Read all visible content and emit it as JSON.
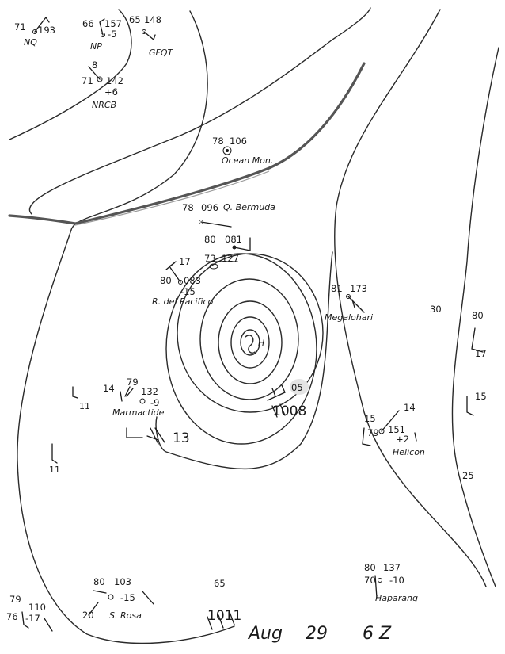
{
  "map": {
    "title": {
      "date": "Aug 29",
      "day": "29",
      "time": "6 Z",
      "month": "Aug"
    },
    "isobars": [
      {
        "label": "1011"
      },
      {
        "label": "1008"
      },
      {
        "label": "05"
      },
      {
        "label": "13"
      }
    ],
    "edge_labels": [
      "30",
      "25",
      "15",
      "65"
    ],
    "center_marker": "H",
    "stations": [
      {
        "id": "nq",
        "name": "NQ",
        "temp": "71",
        "pressure": "193"
      },
      {
        "id": "np",
        "name": "NP",
        "temp": "66",
        "pressure": "157",
        "tendency": "-5"
      },
      {
        "id": "gfqt",
        "name": "GFQT",
        "temp": "65",
        "pressure": "148"
      },
      {
        "id": "nrcb",
        "name": "NRCB",
        "temp": "71",
        "pressure": "142",
        "tendency": "+6",
        "wind": "8"
      },
      {
        "id": "ocean-mon",
        "name": "Ocean Mon.",
        "temp": "78",
        "pressure": "106"
      },
      {
        "id": "bermuda",
        "name": "Q. Bermuda",
        "temp": "78",
        "pressure": "096"
      },
      {
        "id": "ship-081",
        "name": "",
        "temp": "80",
        "pressure": "081"
      },
      {
        "id": "ship-127",
        "name": "",
        "temp": "73",
        "pressure": "127"
      },
      {
        "id": "pacifico",
        "name": "R. del Pacifico",
        "temp": "80",
        "pressure": "083",
        "tendency": "-15",
        "wind": "17"
      },
      {
        "id": "megalohari",
        "name": "Megalohari",
        "temp": "81",
        "pressure": "173"
      },
      {
        "id": "marmactide",
        "name": "Marmactide",
        "temp": "79",
        "pressure": "132",
        "tendency": "-9",
        "wind": "14"
      },
      {
        "id": "helicon",
        "name": "Helicon",
        "temp": "79",
        "pressure": "151",
        "tendency": "+2",
        "wind": "14",
        "extra": "15"
      },
      {
        "id": "east-edge",
        "name": "",
        "temp": "80",
        "wind": "17"
      },
      {
        "id": "w11a",
        "name": "",
        "value": "11"
      },
      {
        "id": "w11b",
        "name": "",
        "value": "11"
      },
      {
        "id": "haparang",
        "name": "Haparang",
        "temp": "80",
        "pressure": "137",
        "tendency": "-10",
        "extra": "70"
      },
      {
        "id": "srosa",
        "name": "S. Rosa",
        "temp": "80",
        "pressure": "103",
        "tendency": "-15",
        "extra": "20"
      },
      {
        "id": "sw-corner",
        "name": "",
        "temp": "79",
        "pressure": "110",
        "tendency": "-17",
        "extra": "76"
      }
    ]
  }
}
